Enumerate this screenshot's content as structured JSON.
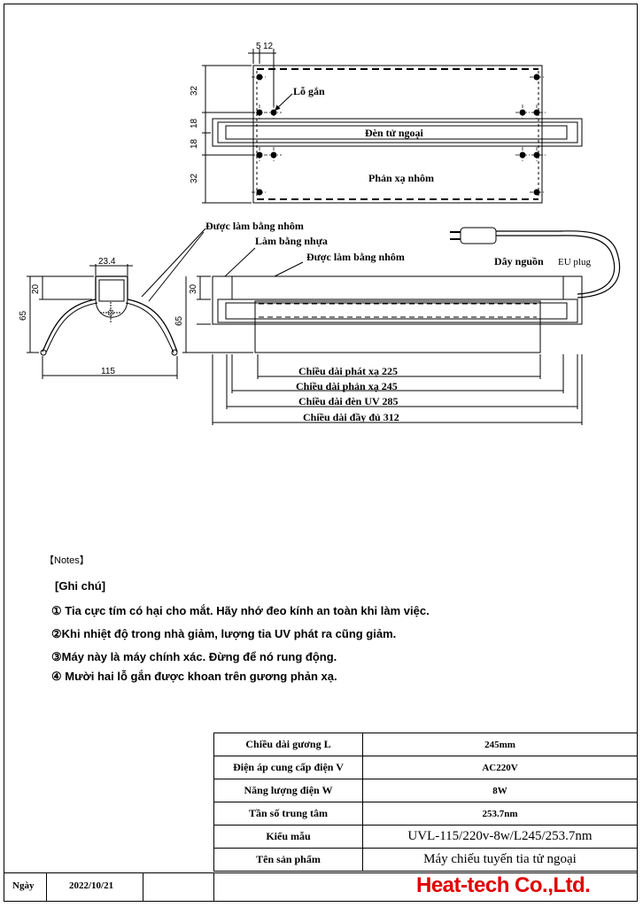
{
  "drawing": {
    "top_view": {
      "dim_5": "5",
      "dim_12": "12",
      "dim_32a": "32",
      "dim_18a": "18",
      "dim_18b": "18",
      "dim_32b": "32",
      "label_mount_hole": "Lỗ gắn",
      "label_uv_lamp": "Đèn tử ngoại",
      "label_reflector": "Phản xạ nhôm"
    },
    "side_view": {
      "label_aluminium_1": "Được làm bằng nhôm",
      "label_plastic": "Làm bằng nhựa",
      "label_aluminium_2": "Được làm bằng nhôm",
      "label_power_cord": "Dây nguồn",
      "label_eu_plug": "EU plug",
      "dim_23_4": "23.4",
      "dim_20": "20",
      "dim_65_left": "65",
      "dim_115": "115",
      "dim_30": "30",
      "dim_65_right": "65",
      "len_emit": "Chiều dài phát xạ 225",
      "len_reflector": "Chiều dài phản xạ 245",
      "len_lamp": "Chiều dài đèn UV 285",
      "len_total": "Chiều dài đầy đủ 312"
    }
  },
  "notes": {
    "header": "【Notes】",
    "title": "[Ghi chú]",
    "items": [
      "① Tia cực tím có hại cho mắt. Hãy nhớ đeo kính an toàn khi làm việc.",
      "②Khi nhiệt độ trong nhà giảm, lượng tia UV phát ra cũng giảm.",
      "③Máy này là máy chính xác. Đừng để nó rung động.",
      "④ Mười hai lỗ gắn được khoan trên gương phản xạ."
    ]
  },
  "spec_table": {
    "rows": [
      {
        "label": "Chiều dài gương L",
        "value": "245mm"
      },
      {
        "label": "Điện áp cung cấp điện V",
        "value": "AC220V"
      },
      {
        "label": "Năng lượng điện W",
        "value": "8W"
      },
      {
        "label": "Tần số trung tâm",
        "value": "253.7nm"
      },
      {
        "label": "Kiểu mẫu",
        "value": "UVL-115/220v-8w/L245/253.7nm"
      },
      {
        "label": "Tên sản phẩm",
        "value": "Máy chiếu tuyến tia tử ngoại"
      }
    ]
  },
  "footer": {
    "date_label": "Ngày",
    "date_value": "2022/10/21",
    "company": "Heat-tech Co.,Ltd.",
    "company_color": "#e00000"
  }
}
